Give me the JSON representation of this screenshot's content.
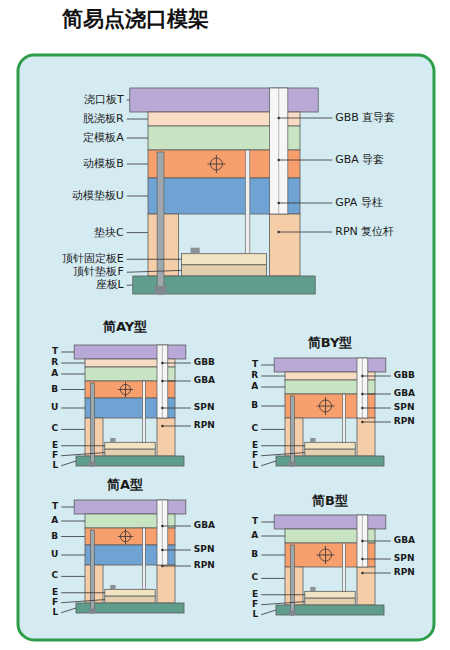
{
  "diagram": {
    "title": "简易点浇口模架",
    "labels": [
      "浇口板T",
      "脱浇板R",
      "定模板A",
      "动模板B",
      "动模垫板U",
      "垫块C",
      "顶针固定板E",
      "顶针垫板F",
      "座板L",
      "GBB 直导套",
      "GBA 导套",
      "GPA 导柱",
      "RPN 复位杆",
      "简AY型",
      "T",
      "R",
      "A",
      "B",
      "U",
      "C",
      "E",
      "F",
      "L",
      "GBB",
      "GBA",
      "SPN",
      "RPN",
      "简BY型",
      "T",
      "R",
      "A",
      "B",
      "C",
      "E",
      "F",
      "L",
      "GBB",
      "GBA",
      "SPN",
      "RPN",
      "简A型",
      "T",
      "A",
      "B",
      "U",
      "C",
      "E",
      "F",
      "L",
      "GBA",
      "SPN",
      "RPN",
      "简B型",
      "T",
      "A",
      "B",
      "C",
      "E",
      "F",
      "L",
      "GBA",
      "SPN",
      "RPN"
    ]
  }
}
